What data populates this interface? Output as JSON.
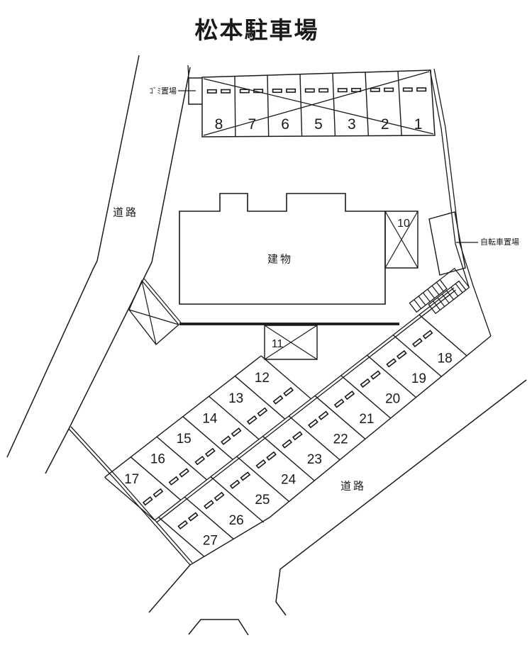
{
  "title": "松本駐車場",
  "labels": {
    "road_left": "道路",
    "road_bottom": "道路",
    "garbage": "ｺﾞﾐ置場",
    "building": "建物",
    "bicycle": "自転車置場"
  },
  "parking": {
    "top_row_spaces": [
      "8",
      "7",
      "6",
      "5",
      "3",
      "2",
      "1"
    ],
    "crossed_space_right_of_building": "10",
    "crossed_space_below_building": "11",
    "upper_diagonal_spaces": [
      "12",
      "13",
      "14",
      "15",
      "16",
      "17"
    ],
    "lower_diagonal_spaces": [
      "18",
      "19",
      "20",
      "21",
      "22",
      "23",
      "24",
      "25",
      "26",
      "27"
    ]
  },
  "colors": {
    "line": "#1a1a1a",
    "background": "#ffffff"
  }
}
